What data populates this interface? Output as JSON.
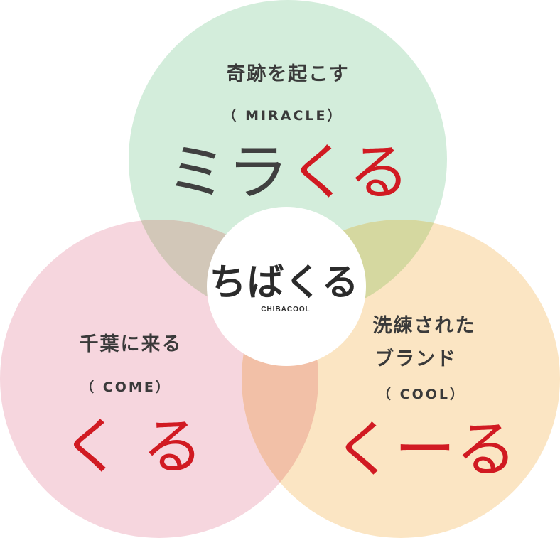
{
  "center": {
    "logo_text": "ちばくる",
    "logo_sub": "CHIBACOOL"
  },
  "circles": {
    "top": {
      "title": "奇跡を起こす",
      "english": "（ MIRACLE）",
      "word_dark": "ミラ",
      "word_red": "くる",
      "color": "#d3eddb"
    },
    "left": {
      "title": "千葉に来る",
      "english": "（ COME）",
      "word_red": "く る",
      "color": "#f6d6de"
    },
    "right": {
      "title_line1": "洗練された",
      "title_line2": "ブランド",
      "english": "（ COOL）",
      "word_red": "くーる",
      "color": "#fbe5c3"
    }
  },
  "colors": {
    "accent_red": "#d11a22",
    "text_dark": "#3a3a3a",
    "overlap_top_left": "#d2c7b8",
    "overlap_top_right": "#d5d8a0",
    "overlap_left_right": "#f2c0a7"
  }
}
